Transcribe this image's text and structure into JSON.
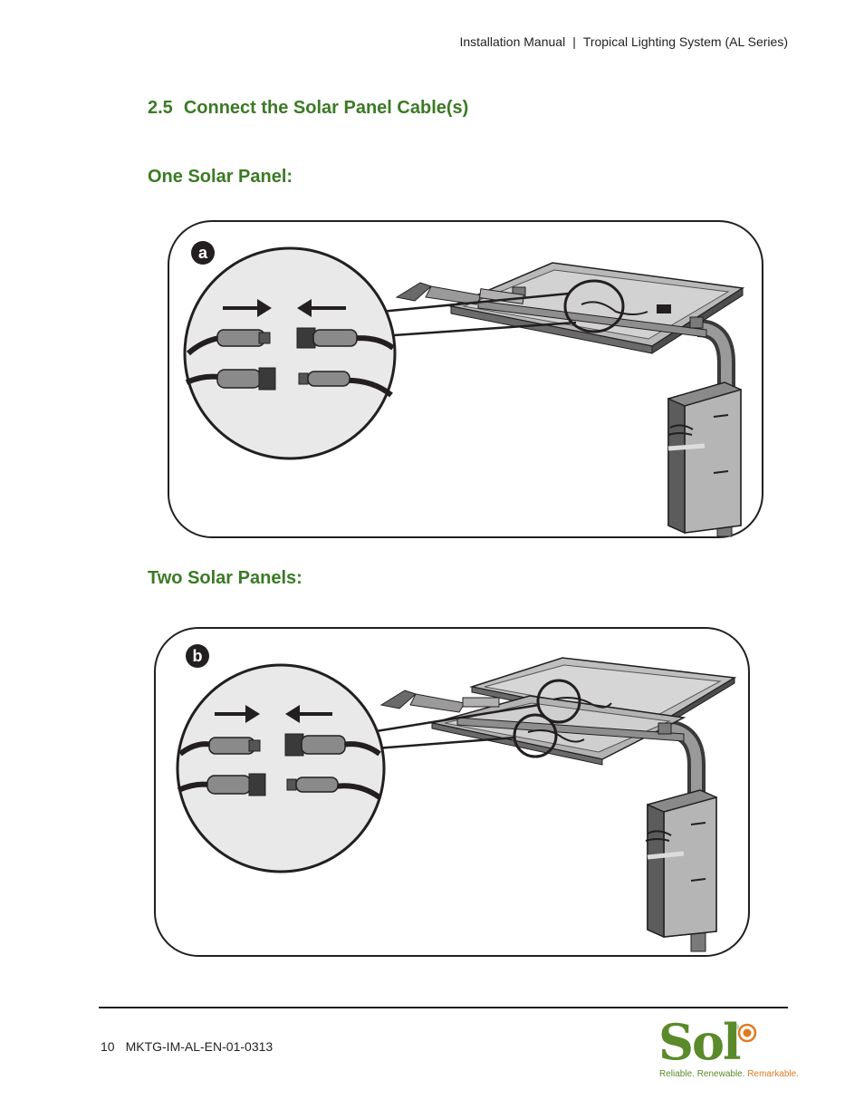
{
  "header": {
    "doc": "Installation Manual",
    "separator": "|",
    "product": "Tropical Lighting System (AL Series)"
  },
  "section": {
    "number": "2.5",
    "title": "Connect the Solar Panel Cable(s)"
  },
  "subsections": {
    "one": "One Solar Panel:",
    "two": "Two Solar Panels:"
  },
  "figures": {
    "a": {
      "badge": "a"
    },
    "b": {
      "badge": "b"
    }
  },
  "footer": {
    "page": "10",
    "doc_code": "MKTG-IM-AL-EN-01-0313"
  },
  "logo": {
    "word": "Sol",
    "registered": "®",
    "tagline_part1": "Reliable. Renewable.",
    "tagline_part2": "Remarkable.",
    "colors": {
      "green": "#5a8a2a",
      "orange": "#e07a1f"
    }
  }
}
